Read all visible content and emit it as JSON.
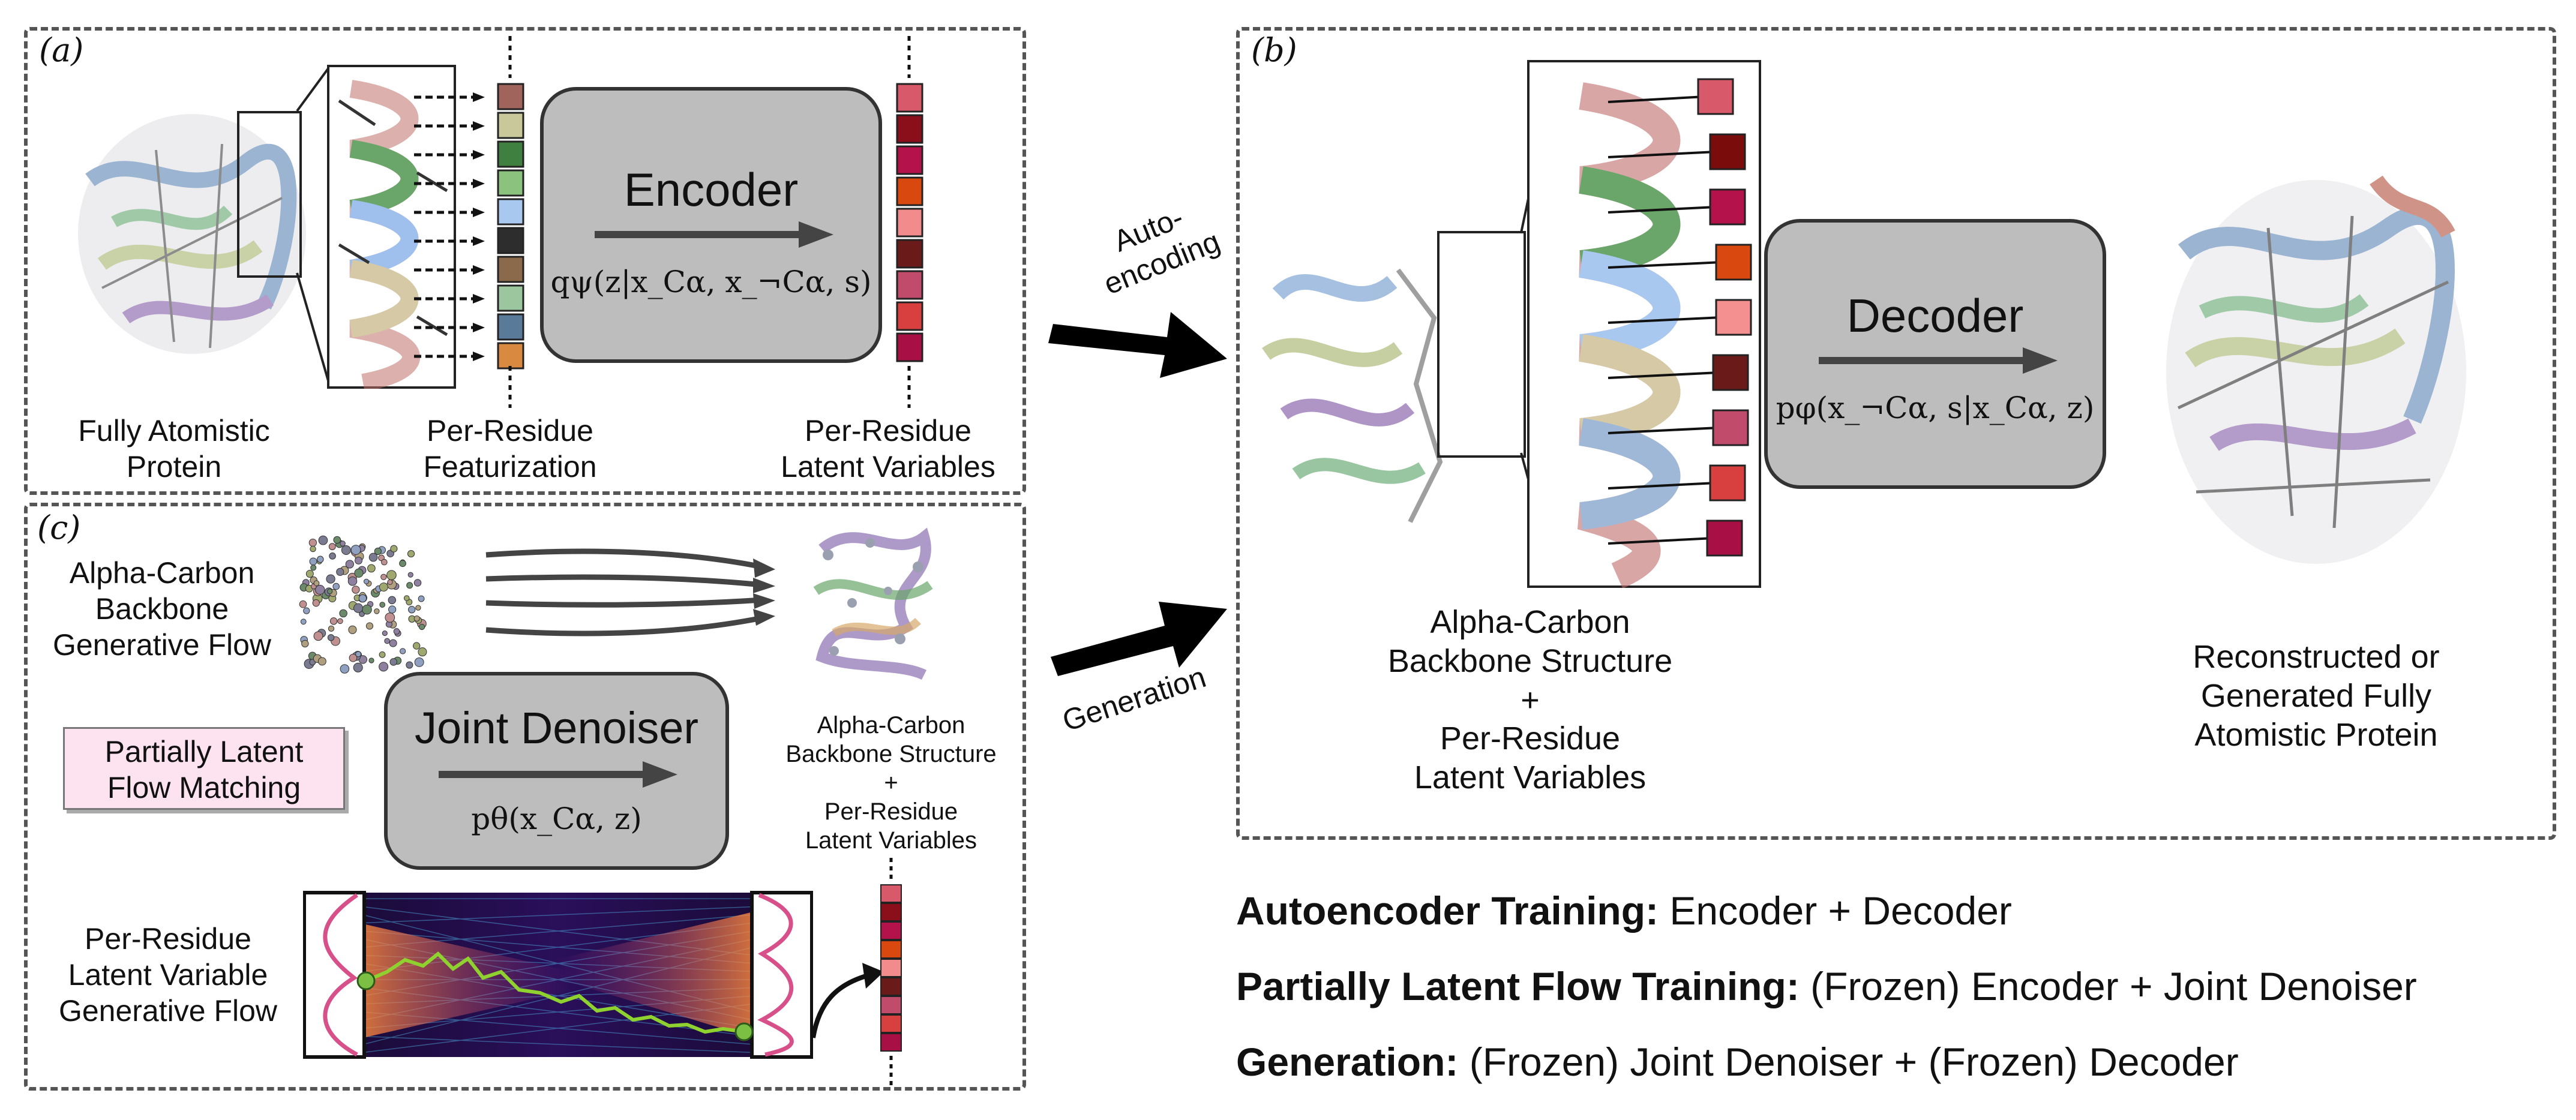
{
  "panel_a": {
    "label": "(a)",
    "caption_protein": "Fully Atomistic\nProtein",
    "caption_featurization": "Per-Residue\nFeaturization",
    "caption_latent": "Per-Residue\nLatent Variables",
    "encoder_title": "Encoder",
    "encoder_eq": "qψ(z|x_Cα, x_¬Cα, s)"
  },
  "panel_b": {
    "label": "(b)",
    "caption_backbone": "Alpha-Carbon\nBackbone Structure\n+\nPer-Residue\nLatent Variables",
    "caption_output": "Reconstructed or\nGenerated Fully\nAtomistic Protein",
    "decoder_title": "Decoder",
    "decoder_eq": "pφ(x_¬Cα, s|x_Cα, z)"
  },
  "panel_c": {
    "label": "(c)",
    "caption_backbone_flow": "Alpha-Carbon\nBackbone\nGenerative Flow",
    "caption_pink": "Partially Latent\nFlow Matching",
    "denoiser_title": "Joint Denoiser",
    "denoiser_eq": "pθ(x_Cα, z)",
    "caption_structure": "Alpha-Carbon\nBackbone Structure\n+\nPer-Residue\nLatent Variables",
    "caption_latent_flow": "Per-Residue\nLatent Variable\nGenerative Flow"
  },
  "arrows": {
    "autoencoding": "Auto-\nencoding",
    "generation": "Generation"
  },
  "training": [
    {
      "bold": "Autoencoder Training:",
      "rest": " Encoder + Decoder"
    },
    {
      "bold": "Partially Latent Flow Training:",
      "rest": " (Frozen) Encoder + Joint Denoiser"
    },
    {
      "bold": "Generation:",
      "rest": " (Frozen) Joint Denoiser + (Frozen) Decoder"
    }
  ],
  "colors": {
    "feature_boxes": [
      "#a0645c",
      "#c9c89b",
      "#3f7f3f",
      "#8bc27e",
      "#a9c8f0",
      "#2d2d2d",
      "#8a6a4a",
      "#9cc79e",
      "#5a7a9a",
      "#d98a40"
    ],
    "latent_boxes_a": [
      "#d85a6a",
      "#8a0f1a",
      "#b3124a",
      "#d9480f",
      "#f28c8c",
      "#6b1a1a",
      "#c04b6b",
      "#d84040",
      "#a81045"
    ],
    "latent_boxes_b": [
      "#d85a6a",
      "#7a0c0c",
      "#b3124a",
      "#d9480f",
      "#f59090",
      "#6b1a1a",
      "#c04b6b",
      "#d84040",
      "#a81045"
    ],
    "panel_border": "#555555",
    "box_fill": "#bdbdbd",
    "pink_fill": "#fde3ef",
    "green_path": "#8fd12f"
  }
}
